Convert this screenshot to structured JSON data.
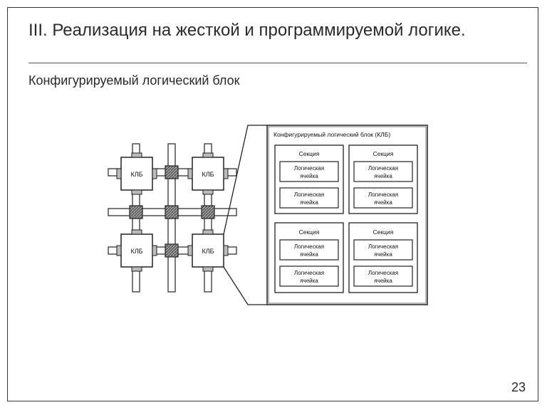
{
  "slide": {
    "title": "III. Реализация на жесткой и программируемой логике.",
    "subtitle": "Конфигурируемый логический блок",
    "page_number": "23"
  },
  "diagram": {
    "clb_label": "КЛБ",
    "clb_detail_title": "Конфигурируемый логический блок (КЛБ)",
    "section_label": "Секция",
    "cell_label_line1": "Логическая",
    "cell_label_line2": "ячейка"
  }
}
